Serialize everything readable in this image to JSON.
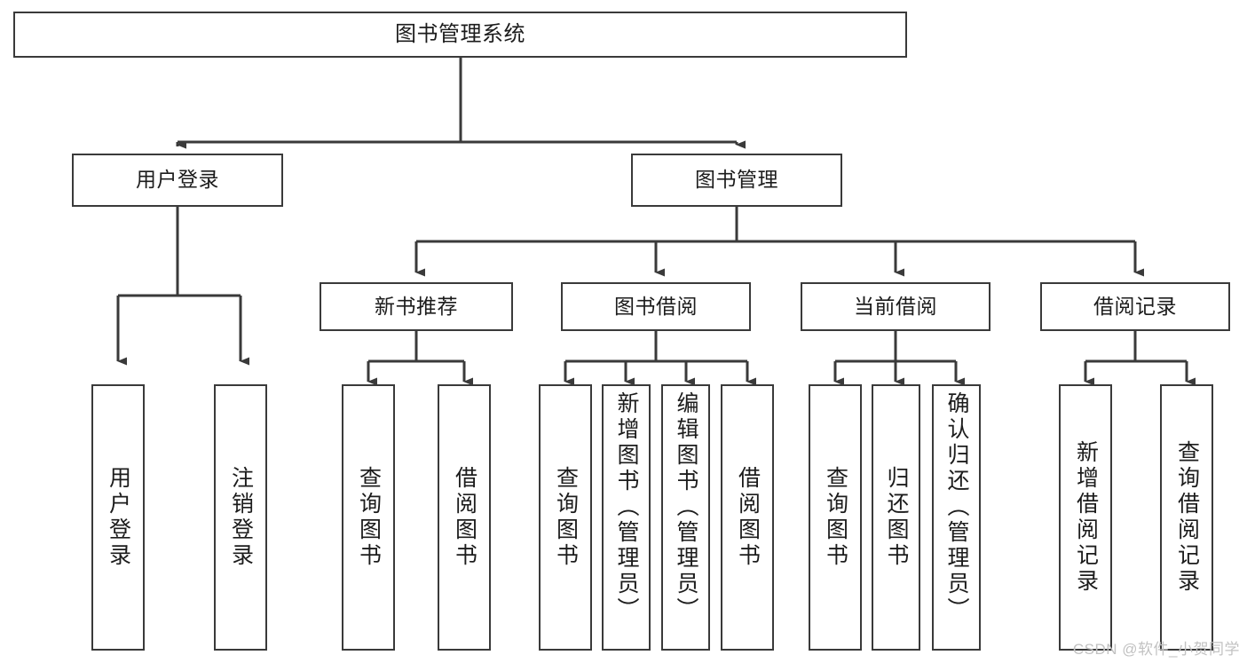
{
  "diagram": {
    "title": "图书管理系统",
    "type": "tree",
    "orientation": "top-down",
    "colors": {
      "background": "#ffffff",
      "node_border": "#3a3a3a",
      "node_fill": "#ffffff",
      "edge": "#3a3a3a",
      "text": "#1c1c1c",
      "watermark": "#c2c2c2"
    },
    "root": {
      "label": "图书管理系统"
    },
    "level2": [
      {
        "label": "用户登录"
      },
      {
        "label": "图书管理"
      }
    ],
    "level3": [
      {
        "label": "新书推荐"
      },
      {
        "label": "图书借阅"
      },
      {
        "label": "当前借阅"
      },
      {
        "label": "借阅记录"
      }
    ],
    "leaves": {
      "user_login": [
        {
          "label": "用户登录"
        },
        {
          "label": "注销登录"
        }
      ],
      "new_book_recommend": [
        {
          "label": "查询图书"
        },
        {
          "label": "借阅图书"
        }
      ],
      "book_borrow": [
        {
          "label": "查询图书"
        },
        {
          "label": "新增图书（管理员）"
        },
        {
          "label": "编辑图书（管理员）"
        },
        {
          "label": "借阅图书"
        }
      ],
      "current_borrow": [
        {
          "label": "查询图书"
        },
        {
          "label": "归还图书"
        },
        {
          "label": "确认归还（管理员）"
        }
      ],
      "borrow_record": [
        {
          "label": "新增借阅记录"
        },
        {
          "label": "查询借阅记录"
        }
      ]
    },
    "watermark": "CSDN @软件_小贺同学"
  }
}
